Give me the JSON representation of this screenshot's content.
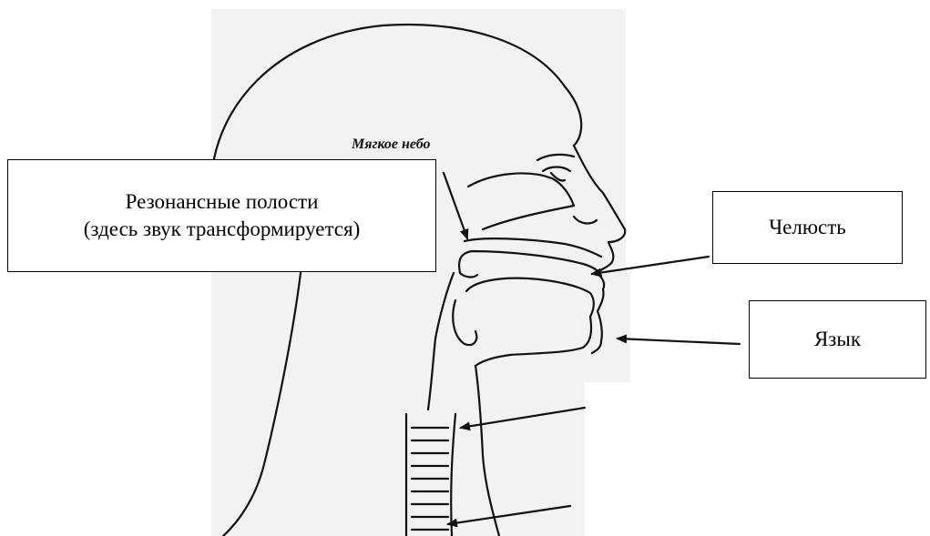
{
  "labels": {
    "soft_palate": "Мягкое небо",
    "resonance_line1": "Резонансные полости",
    "resonance_line2": "(здесь звук трансформируется)",
    "jaw": "Челюсть",
    "tongue": "Язык"
  },
  "colors": {
    "ink": "#111111",
    "paper_shade": "#f1f1f1",
    "box_border": "#000000"
  }
}
